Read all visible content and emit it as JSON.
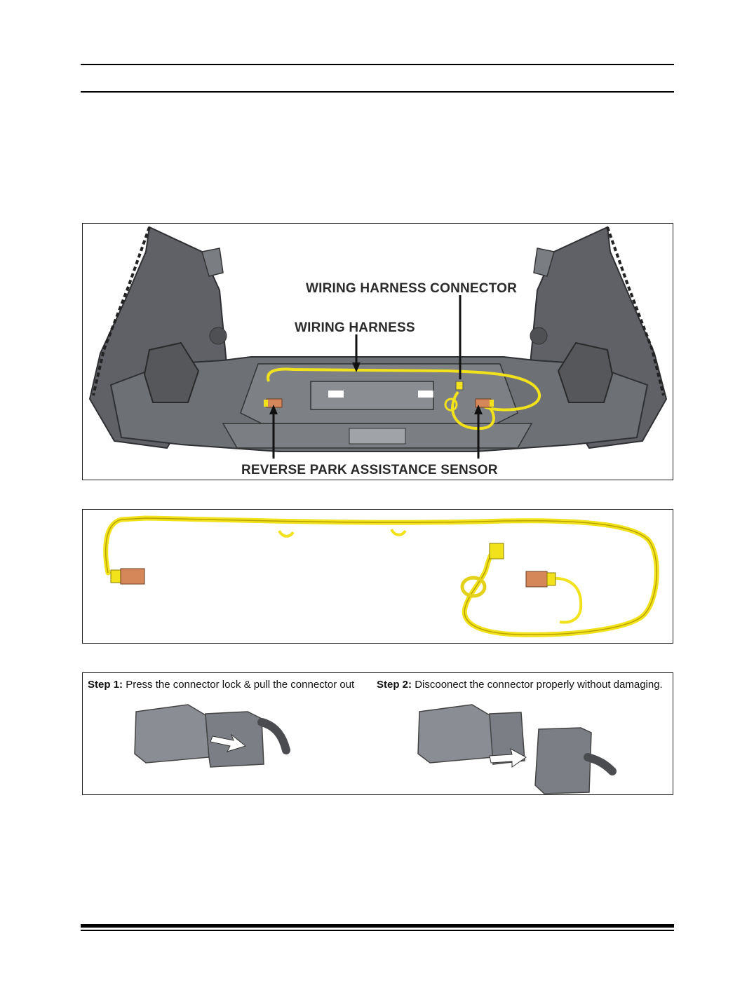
{
  "figure1": {
    "callouts": {
      "connector": "WIRING HARNESS CONNECTOR",
      "harness": "WIRING HARNESS",
      "sensor": "REVERSE PARK ASSISTANCE SENSOR"
    }
  },
  "figure3": {
    "step1": {
      "label": "Step 1:",
      "text": "Press the connector lock & pull the connector out"
    },
    "step2": {
      "label": "Step 2:",
      "text": "Discoonect the connector properly without damaging."
    }
  },
  "colors": {
    "harness": "#f2e21c",
    "sensor": "#d6875a",
    "bumper": "#5e6064",
    "connector": "#8a8d93"
  }
}
